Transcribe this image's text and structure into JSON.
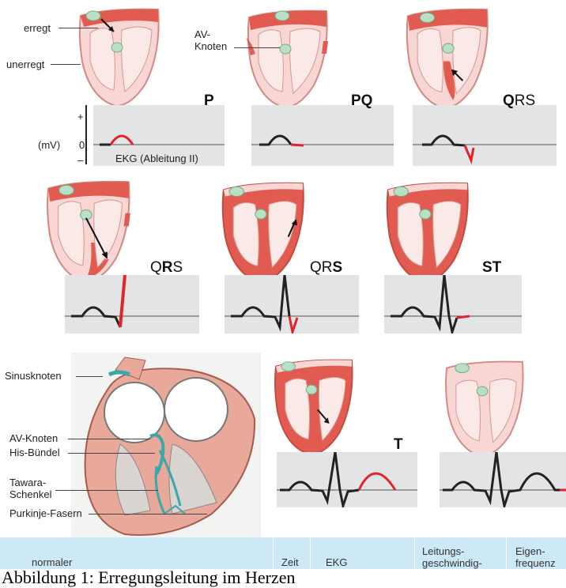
{
  "figure": {
    "caption": "Abbildung 1: Erregungsleitung im Herzen",
    "legend": {
      "erregt": "erregt",
      "unerregt": "unerregt",
      "av_knoten": "AV-Knoten"
    },
    "axis": {
      "plus": "+",
      "zero": "0",
      "minus": "–",
      "unit": "(mV)",
      "ekg_label": "EKG (Ableitung II)"
    },
    "phases": [
      {
        "pre": "",
        "bold": "P",
        "post": ""
      },
      {
        "pre": "",
        "bold": "PQ",
        "post": ""
      },
      {
        "pre": "",
        "bold": "Q",
        "post": "RS"
      },
      {
        "pre": "Q",
        "bold": "R",
        "post": "S"
      },
      {
        "pre": "QR",
        "bold": "S",
        "post": ""
      },
      {
        "pre": "",
        "bold": "ST",
        "post": ""
      },
      {
        "pre": "",
        "bold": "T",
        "post": ""
      }
    ],
    "anatomy": [
      "Sinusknoten",
      "AV-Knoten",
      "His-Bündel",
      "Tawara-",
      "Schenkel",
      "Purkinje-Fasern"
    ],
    "table_headers": [
      [
        "normaler",
        "..."
      ],
      [
        "Zeit",
        ""
      ],
      [
        "EKG",
        ""
      ],
      [
        "Leitungs-",
        "geschwindig-"
      ],
      [
        "Eigen-",
        "frequenz"
      ]
    ],
    "colors": {
      "excited": "#e25b50",
      "unexcited": "#f7d6d3",
      "node": "#b9dfc4",
      "ekg_highlight": "#e0242a",
      "ekg_line": "#222222",
      "panel": "#e3e4e6",
      "table": "#cde9f7"
    }
  }
}
